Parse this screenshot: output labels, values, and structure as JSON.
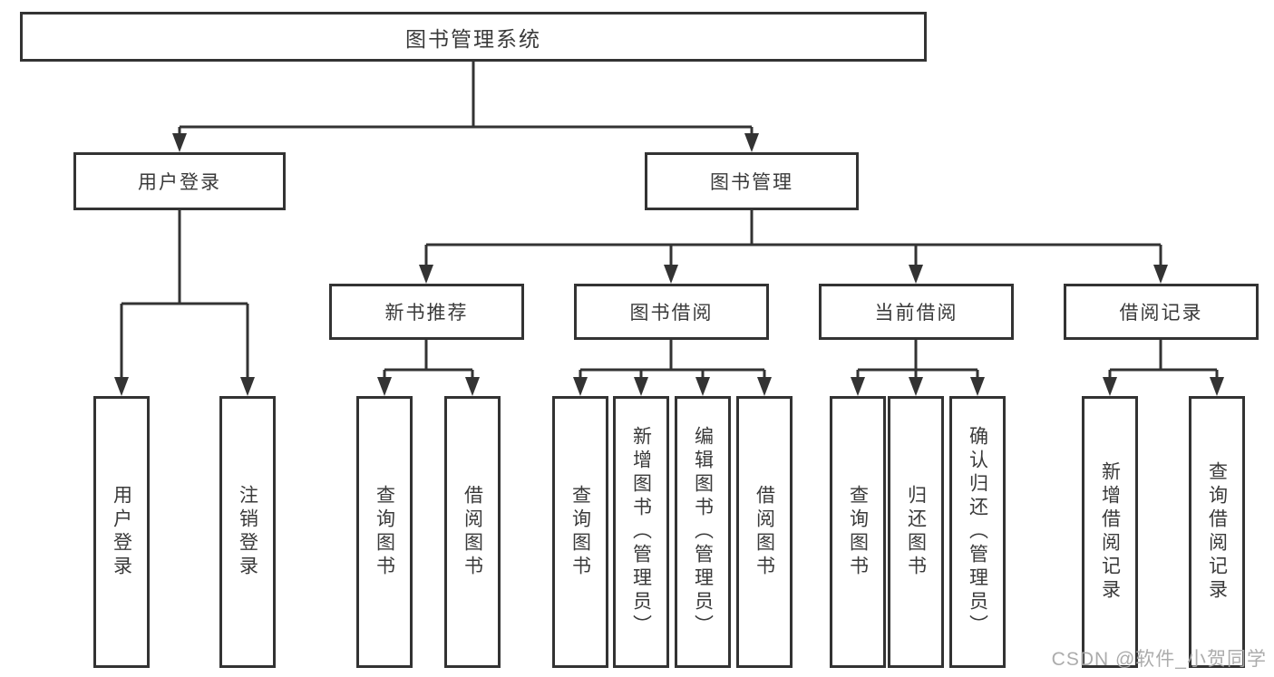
{
  "diagram": {
    "root": {
      "label": "图书管理系统"
    },
    "branches": [
      {
        "label": "用户登录",
        "children": [
          {
            "label": "用户登录"
          },
          {
            "label": "注销登录"
          }
        ]
      },
      {
        "label": "图书管理",
        "children": [
          {
            "label": "新书推荐",
            "children": [
              {
                "label": "查询图书"
              },
              {
                "label": "借阅图书"
              }
            ]
          },
          {
            "label": "图书借阅",
            "children": [
              {
                "label": "查询图书"
              },
              {
                "label": "新增图书（管理员）"
              },
              {
                "label": "编辑图书（管理员）"
              },
              {
                "label": "借阅图书"
              }
            ]
          },
          {
            "label": "当前借阅",
            "children": [
              {
                "label": "查询图书"
              },
              {
                "label": "归还图书"
              },
              {
                "label": "确认归还（管理员）"
              }
            ]
          },
          {
            "label": "借阅记录",
            "children": [
              {
                "label": "新增借阅记录"
              },
              {
                "label": "查询借阅记录"
              }
            ]
          }
        ]
      }
    ],
    "colors": {
      "line": "#333333",
      "text": "#3a3a3a",
      "background": "#ffffff",
      "watermark": "#a8a8a8"
    }
  },
  "watermark": {
    "text": "CSDN @软件_小贺同学"
  }
}
